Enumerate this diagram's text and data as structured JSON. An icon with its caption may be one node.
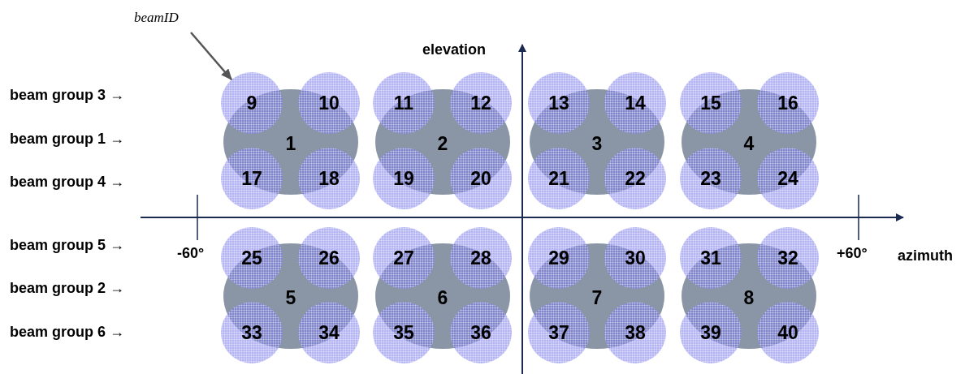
{
  "diagram": {
    "nodes": [
      {
        "text": [
          "beamID"
        ]
      },
      {
        "text": [
          "9"
        ]
      },
      {
        "text": [
          "10"
        ]
      },
      {
        "text": [
          "11"
        ]
      },
      {
        "text": [
          "12"
        ]
      },
      {
        "text": [
          "13"
        ]
      },
      {
        "text": [
          "14"
        ]
      },
      {
        "text": [
          "15"
        ]
      },
      {
        "text": [
          "16"
        ]
      },
      {
        "text": [
          "1"
        ]
      },
      {
        "text": [
          "2"
        ]
      },
      {
        "text": [
          "3"
        ]
      },
      {
        "text": [
          "4"
        ]
      },
      {
        "text": [
          "17"
        ]
      },
      {
        "text": [
          "18"
        ]
      },
      {
        "text": [
          "19"
        ]
      },
      {
        "text": [
          "20"
        ]
      },
      {
        "text": [
          "21"
        ]
      },
      {
        "text": [
          "22"
        ]
      },
      {
        "text": [
          "23"
        ]
      },
      {
        "text": [
          "24"
        ]
      },
      {
        "text": [
          "25"
        ]
      },
      {
        "text": [
          "26"
        ]
      },
      {
        "text": [
          "27"
        ]
      },
      {
        "text": [
          "28"
        ]
      },
      {
        "text": [
          "29"
        ]
      },
      {
        "text": [
          "30"
        ]
      },
      {
        "text": [
          "31"
        ]
      },
      {
        "text": [
          "32"
        ]
      },
      {
        "text": [
          "5"
        ]
      },
      {
        "text": [
          "6"
        ]
      },
      {
        "text": [
          "7"
        ]
      },
      {
        "text": [
          "8"
        ]
      },
      {
        "text": [
          "33"
        ]
      },
      {
        "text": [
          "34"
        ]
      },
      {
        "text": [
          "35"
        ]
      },
      {
        "text": [
          "36"
        ]
      },
      {
        "text": [
          "37"
        ]
      },
      {
        "text": [
          "38"
        ]
      },
      {
        "text": [
          "39"
        ]
      },
      {
        "text": [
          "40"
        ]
      }
    ],
    "edges": [
      {
        "from": 0,
        "to": 1,
        "arrow": "to"
      }
    ],
    "labels": [
      "elevation",
      "beam group 3 →",
      "beam group 1 →",
      "beam group 4 →",
      "beam group 5 →",
      "-60°",
      "+60°",
      "azimuth",
      "beam group 2 →",
      "beam group 6 →"
    ]
  }
}
